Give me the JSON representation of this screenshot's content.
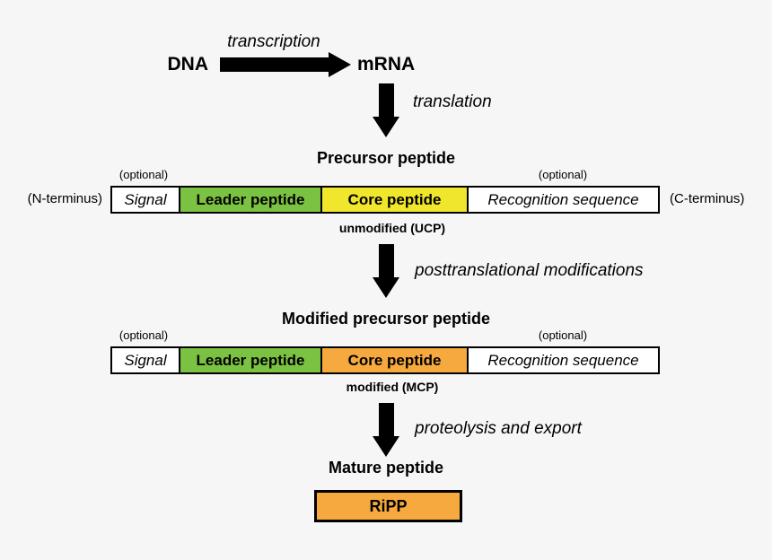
{
  "colors": {
    "background": "#f6f6f6",
    "leader_green": "#7cc242",
    "core_yellow": "#f0e62b",
    "core_orange": "#f6a93e",
    "ripp_orange": "#f6a93e"
  },
  "top_flow": {
    "dna": "DNA",
    "transcription": "transcription",
    "mrna": "mRNA",
    "translation": "translation"
  },
  "precursor": {
    "title": "Precursor peptide",
    "optional_signal": "(optional)",
    "optional_recognition": "(optional)",
    "n_terminus": "(N-terminus)",
    "c_terminus": "(C-terminus)",
    "segments": [
      {
        "label": "Signal"
      },
      {
        "label": "Leader peptide"
      },
      {
        "label": "Core peptide"
      },
      {
        "label": "Recognition sequence"
      }
    ],
    "caption": "unmodified (UCP)"
  },
  "ptm": {
    "label": "posttranslational modifications"
  },
  "modified": {
    "title": "Modified precursor peptide",
    "optional_signal": "(optional)",
    "optional_recognition": "(optional)",
    "segments": [
      {
        "label": "Signal"
      },
      {
        "label": "Leader peptide"
      },
      {
        "label": "Core peptide"
      },
      {
        "label": "Recognition sequence"
      }
    ],
    "caption": "modified (MCP)"
  },
  "proteolysis": {
    "label": "proteolysis and export"
  },
  "mature": {
    "title": "Mature peptide",
    "ripp_label": "RiPP"
  }
}
